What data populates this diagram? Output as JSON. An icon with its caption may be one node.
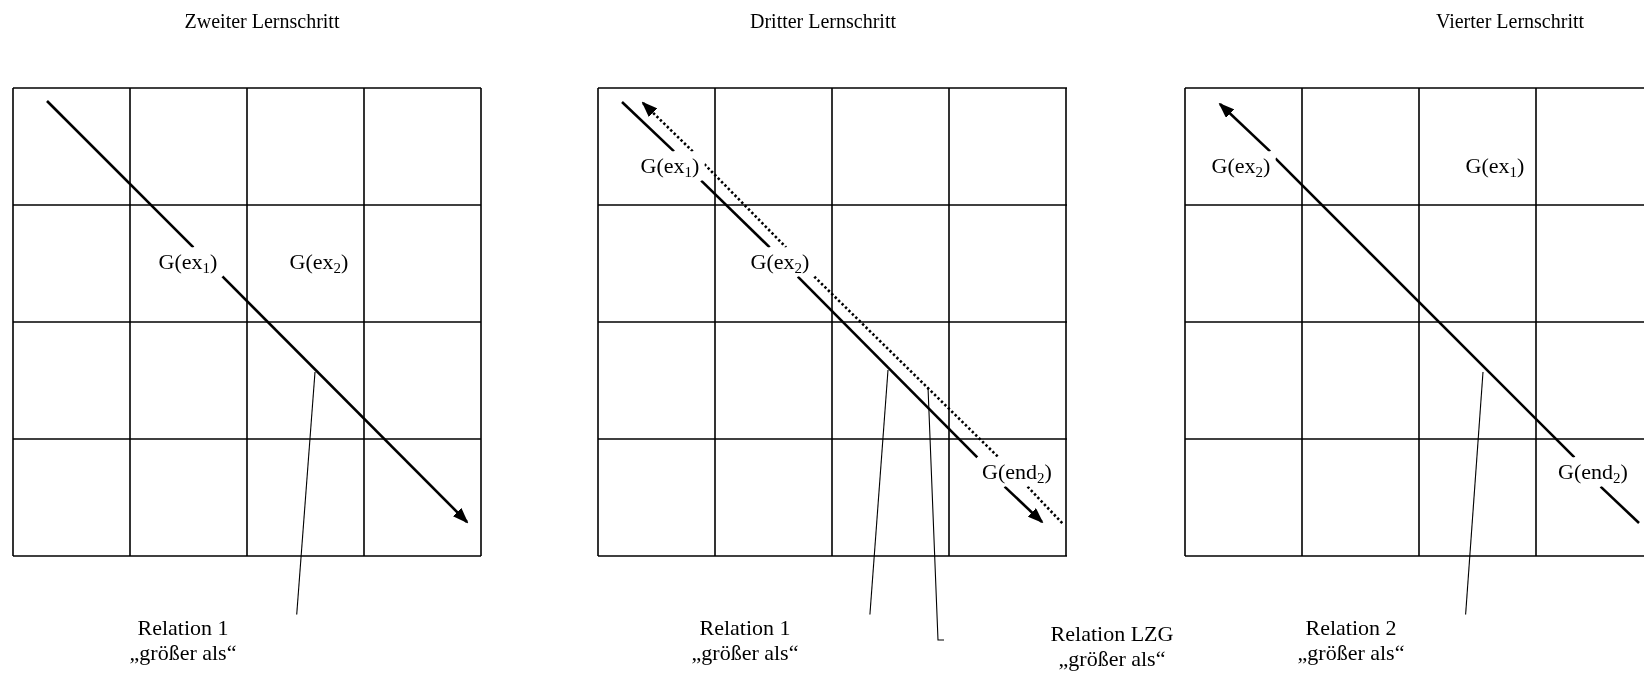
{
  "diagram": {
    "nodes": [
      {
        "text": [
          "G(ex$_{1}$)"
        ]
      },
      {
        "text": [
          "G(ex$_{2}$)"
        ]
      },
      {
        "text": [
          "Relation 1 „größer als“"
        ]
      },
      {
        "text": [
          "G(ex$_{1}$)"
        ]
      },
      {
        "text": [
          "G(ex$_{2}$)"
        ]
      },
      {
        "text": [
          "G(end$_{2}$)"
        ]
      },
      {
        "text": [
          "Relation 1 „größer als“"
        ]
      },
      {
        "text": [
          "Relation LZG „größer als“"
        ]
      },
      {
        "text": [
          "G(ex$_{2}$)"
        ]
      },
      {
        "text": [
          "G(ex$_{1}$)"
        ]
      },
      {
        "text": [
          "G(end$_{2}$)"
        ]
      },
      {
        "text": [
          "Relation 2 „größer als“"
        ]
      }
    ],
    "edges": [
      {
        "from": null,
        "to": 0,
        "arrow": "none"
      },
      {
        "from": 0,
        "to": null,
        "arrow": "to"
      },
      {
        "from": 2,
        "to": null,
        "arrow": "none"
      },
      {
        "from": 3,
        "to": null,
        "arrow": "none"
      },
      {
        "from": 3,
        "to": null,
        "arrow": "to",
        "style": "dashed"
      },
      {
        "from": 3,
        "to": 4,
        "arrow": "none"
      },
      {
        "from": 3,
        "to": 4,
        "arrow": "none",
        "style": "dashed"
      },
      {
        "from": 4,
        "to": 5,
        "arrow": "none"
      },
      {
        "from": 4,
        "to": 5,
        "arrow": "none",
        "style": "dashed"
      },
      {
        "from": 5,
        "to": null,
        "arrow": "to"
      },
      {
        "from": 5,
        "to": null,
        "arrow": "none",
        "style": "dashed"
      },
      {
        "from": 6,
        "to": null,
        "arrow": "none"
      },
      {
        "from": 7,
        "to": null,
        "arrow": "none"
      },
      {
        "from": 8,
        "to": null,
        "arrow": "to"
      },
      {
        "from": 8,
        "to": 10,
        "arrow": "none"
      },
      {
        "from": 10,
        "to": null,
        "arrow": "none"
      },
      {
        "from": 11,
        "to": null,
        "arrow": "none"
      }
    ],
    "labels": [
      "Zweiter Lernschritt",
      "Dritter Lernschritt",
      "Vierter Lernschritt"
    ]
  }
}
